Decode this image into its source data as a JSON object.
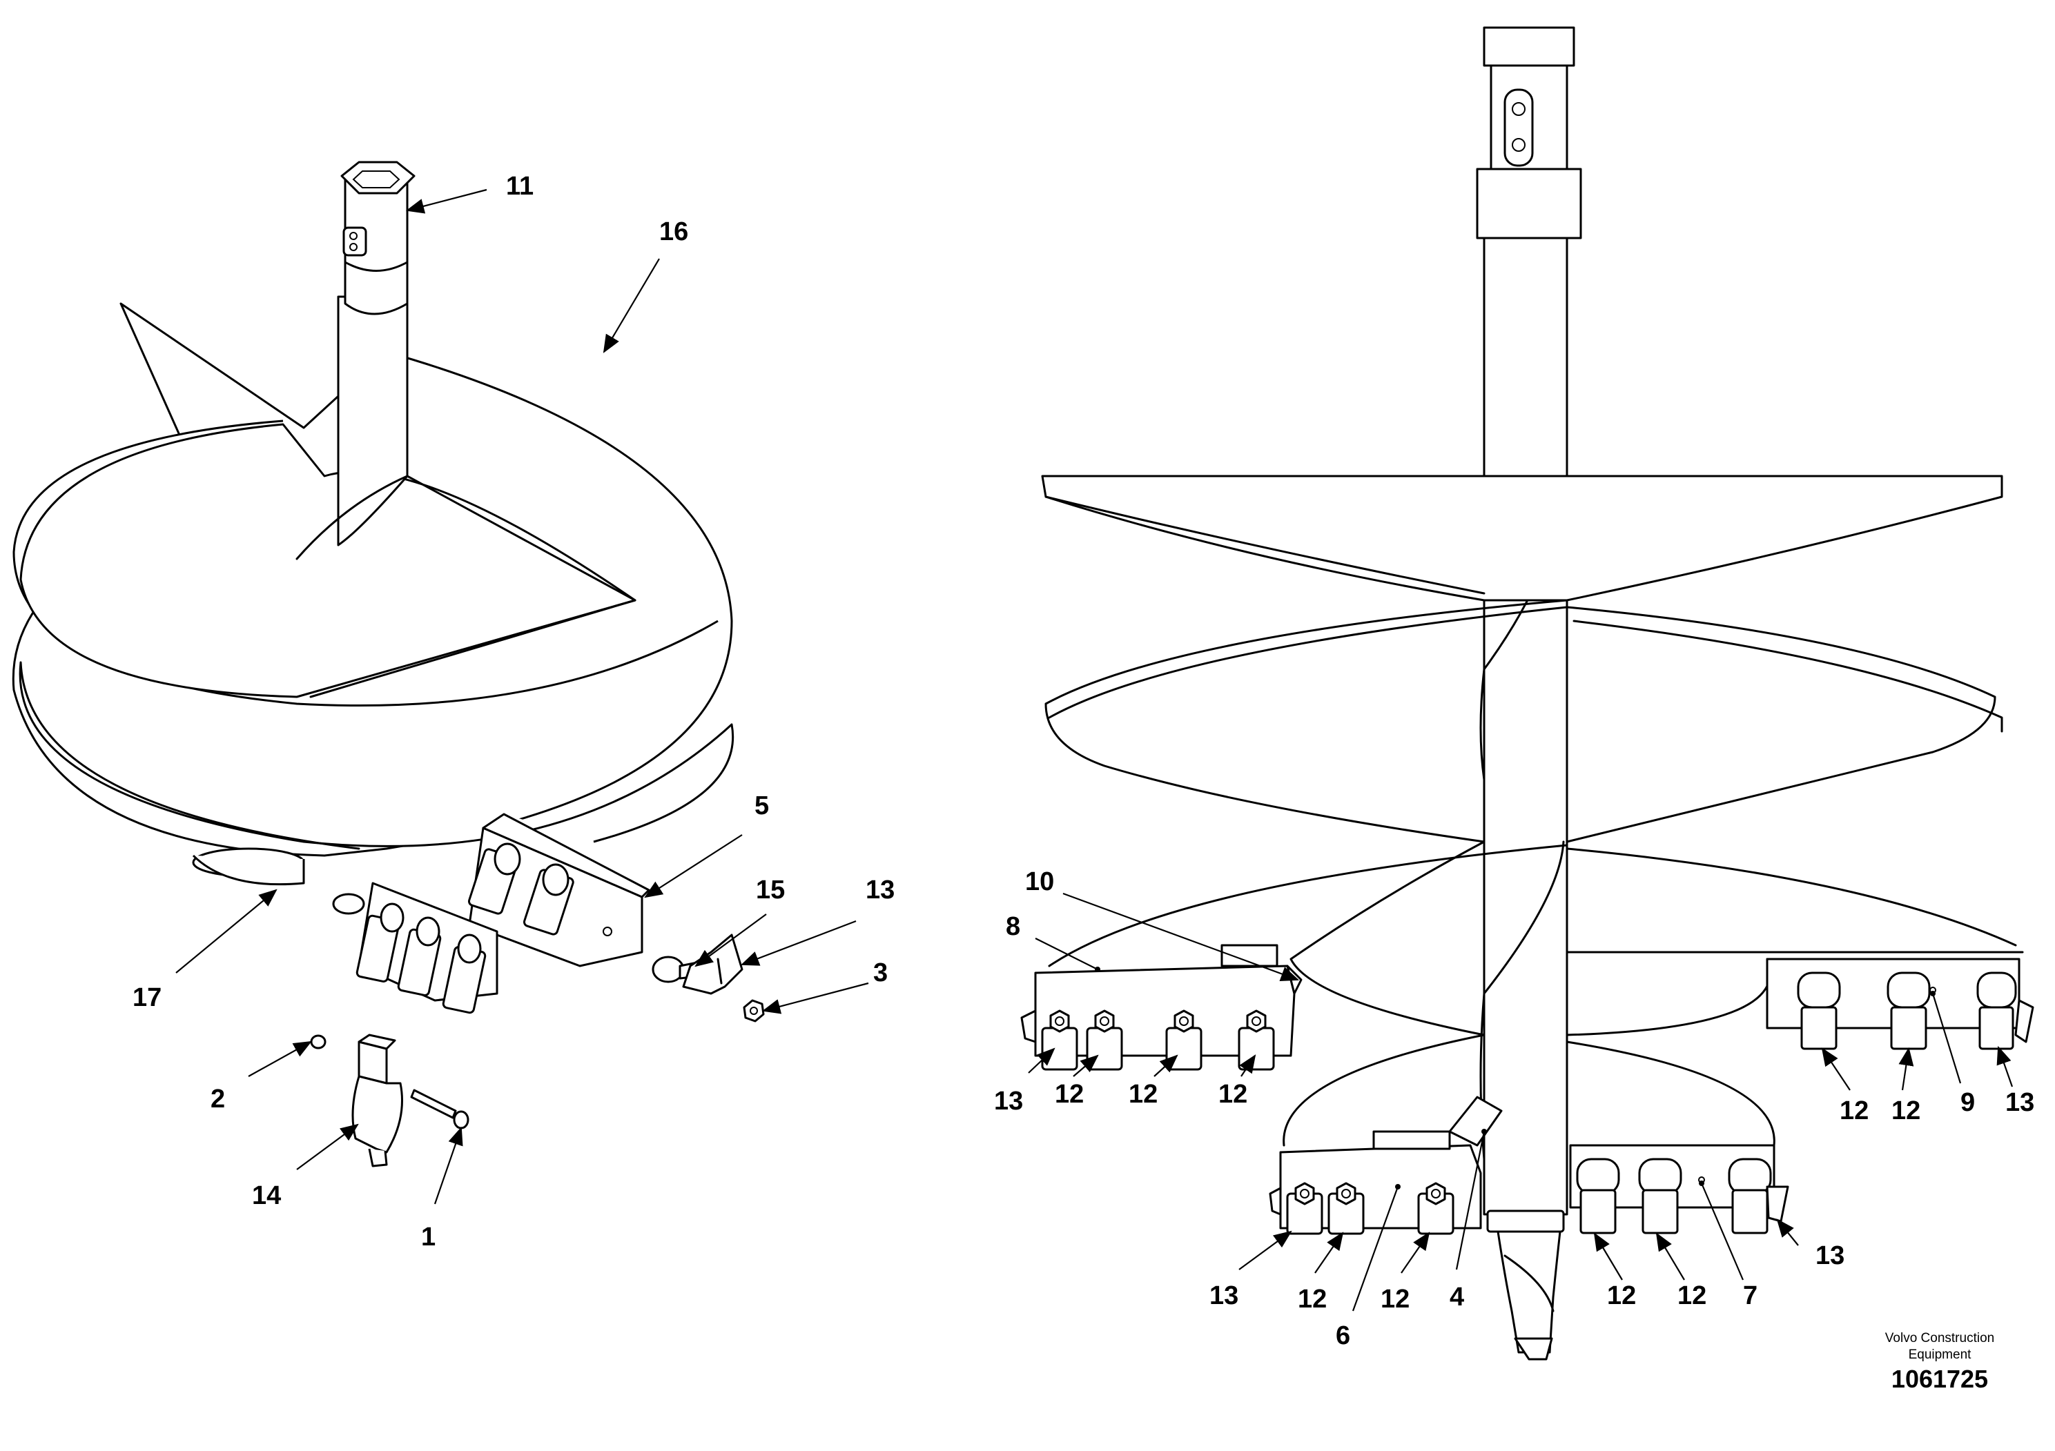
{
  "footer": {
    "company_line1": "Volvo Construction",
    "company_line2": "Equipment",
    "drawing_number": "1061725"
  },
  "callouts": {
    "c1": "1",
    "c2": "2",
    "c3": "3",
    "c4": "4",
    "c5": "5",
    "c6": "6",
    "c7": "7",
    "c8": "8",
    "c9": "9",
    "c10": "10",
    "c11": "11",
    "c12": "12",
    "c13": "13",
    "c14": "14",
    "c15": "15",
    "c16": "16",
    "c17": "17"
  }
}
